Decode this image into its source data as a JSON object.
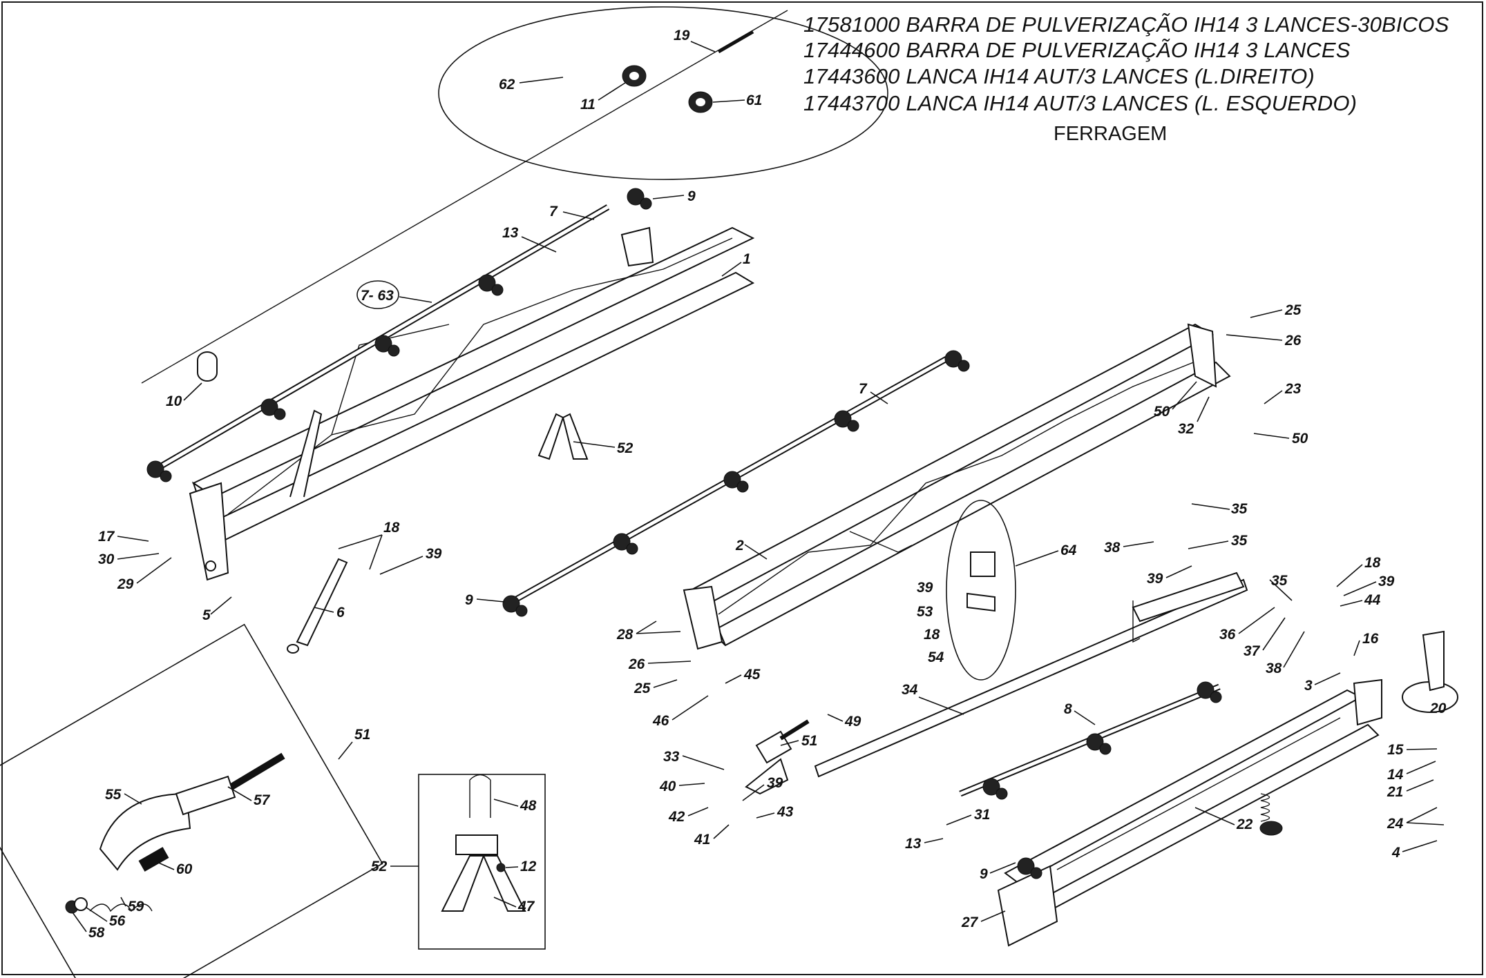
{
  "title_lines": [
    "17581000 BARRA DE PULVERIZAÇÃO IH14 3 LANCES-30BICOS",
    "17444600 BARRA DE PULVERIZAÇÃO IH14 3 LANCES",
    "17443600 LANCA IH14 AUT/3 LANCES (L.DIREITO)",
    "17443700 LANCA IH14 AUT/3 LANCES (L. ESQUERDO)"
  ],
  "subtitle": "FERRAGEM",
  "callouts": [
    "19",
    "62",
    "11",
    "61",
    "9",
    "7",
    "13",
    "1",
    "7- 63",
    "10",
    "52",
    "17",
    "30",
    "29",
    "5",
    "6",
    "18",
    "39",
    "25",
    "26",
    "7",
    "50",
    "32",
    "23",
    "50",
    "64",
    "35",
    "38",
    "35",
    "39",
    "2",
    "9",
    "28",
    "26",
    "25",
    "45",
    "46",
    "39",
    "53",
    "18",
    "54",
    "35",
    "36",
    "37",
    "38",
    "18",
    "39",
    "44",
    "16",
    "3",
    "20",
    "34",
    "8",
    "15",
    "14",
    "21",
    "24",
    "4",
    "51",
    "33",
    "40",
    "42",
    "41",
    "39",
    "43",
    "49",
    "51",
    "55",
    "57",
    "60",
    "59",
    "56",
    "58",
    "48",
    "12",
    "52",
    "47",
    "31",
    "13",
    "9",
    "22",
    "27"
  ]
}
